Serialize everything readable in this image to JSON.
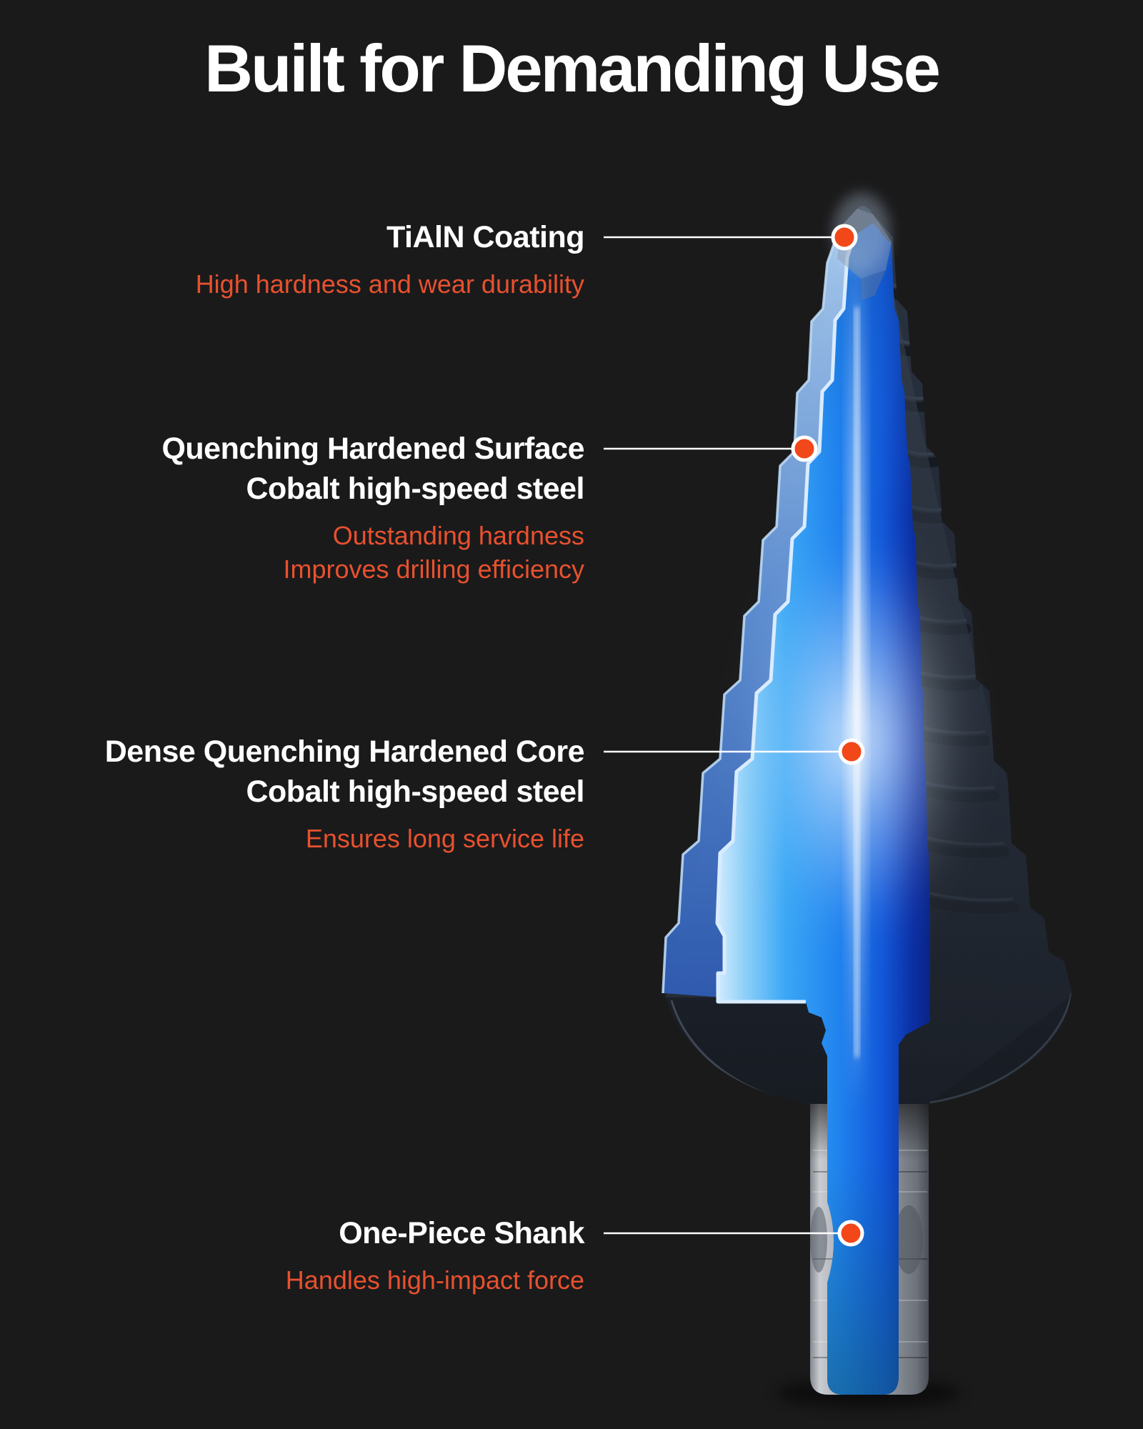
{
  "title": "Built for Demanding Use",
  "colors": {
    "background": "#1a1a1b",
    "accent_orange_text": "#e8512e",
    "callout_dot_orange": "#f24719",
    "callout_line_white": "#ffffff",
    "core_blue": "#1f82ee",
    "deep_blue": "#0a2d9e",
    "body_dark": "#232a34",
    "shank_silver": "#9aa0a8"
  },
  "illustration": {
    "subject": "step-drill-bit-cutaway",
    "description_parts": [
      "coated tip",
      "stepped cone body",
      "blue hardened cross-section",
      "silver one-piece shank"
    ]
  },
  "annotations": [
    {
      "id": "tialn-coating",
      "heading_lines": [
        "TiAlN Coating"
      ],
      "sub_lines": [
        "High hardness and wear durability"
      ]
    },
    {
      "id": "quenching-hardened-surface",
      "heading_lines": [
        "Quenching Hardened Surface",
        "Cobalt high-speed steel"
      ],
      "sub_lines": [
        "Outstanding hardness",
        "Improves drilling efficiency"
      ]
    },
    {
      "id": "dense-quenching-hardened-core",
      "heading_lines": [
        "Dense Quenching Hardened Core",
        "Cobalt high-speed steel"
      ],
      "sub_lines": [
        "Ensures long service life"
      ]
    },
    {
      "id": "one-piece-shank",
      "heading_lines": [
        "One-Piece Shank"
      ],
      "sub_lines": [
        "Handles high-impact force"
      ]
    }
  ]
}
